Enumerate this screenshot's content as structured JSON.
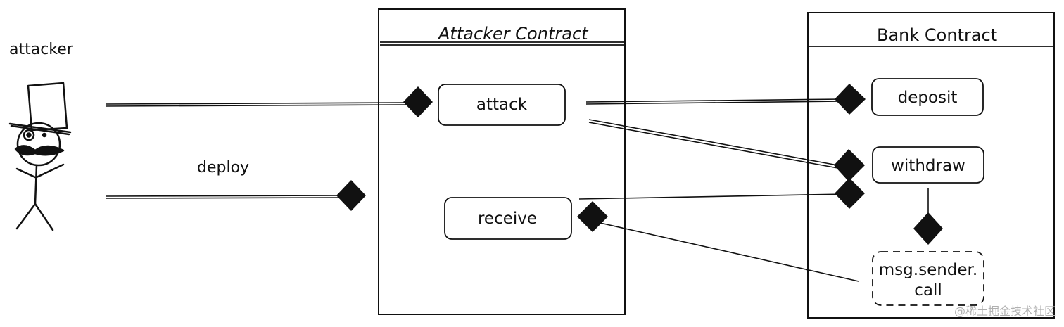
{
  "labels": {
    "attacker": "attacker",
    "deploy": "deploy"
  },
  "containers": {
    "attacker_contract": {
      "title": "Attacker Contract"
    },
    "bank_contract": {
      "title": "Bank Contract"
    }
  },
  "functions": {
    "attack": "attack",
    "receive": "receive",
    "deposit": "deposit",
    "withdraw": "withdraw",
    "msg_sender_call_line1": "msg.sender.",
    "msg_sender_call_line2": "call"
  },
  "icons": {
    "actor": "stick-figure-top-hat-icon",
    "connector_end": "diamond-icon"
  },
  "watermark": "@稀土掘金技术社区"
}
